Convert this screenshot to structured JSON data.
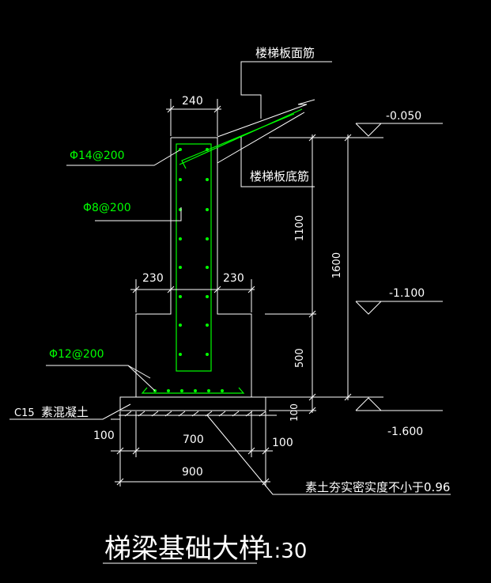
{
  "title": "梯梁基础大样",
  "scale": "1:30",
  "labels": {
    "stair_top_rebar": "楼梯板面筋",
    "stair_bottom_rebar": "楼梯板底筋",
    "rebar_phi14": "Φ14@200",
    "rebar_phi8": "Φ8@200",
    "rebar_phi12": "Φ12@200",
    "c15_grade": "C15",
    "c15_text": "素混凝土",
    "soil_note": "素土夯实密实度不小于0.96"
  },
  "levels": {
    "top": "-0.050",
    "mid": "-1.100",
    "bottom": "-1.600"
  },
  "dimensions": {
    "top_width": "240",
    "step_left": "230",
    "step_right": "230",
    "h_1100": "1100",
    "h_500": "500",
    "h_1600": "1600",
    "pad_100_left": "100",
    "pad_100_right": "100",
    "thk_100": "100",
    "w_700": "700",
    "w_900": "900"
  },
  "colors": {
    "background": "#000000",
    "lines": "#ffffff",
    "rebar": "#00ff00",
    "rebar_text": "#00ff00"
  }
}
